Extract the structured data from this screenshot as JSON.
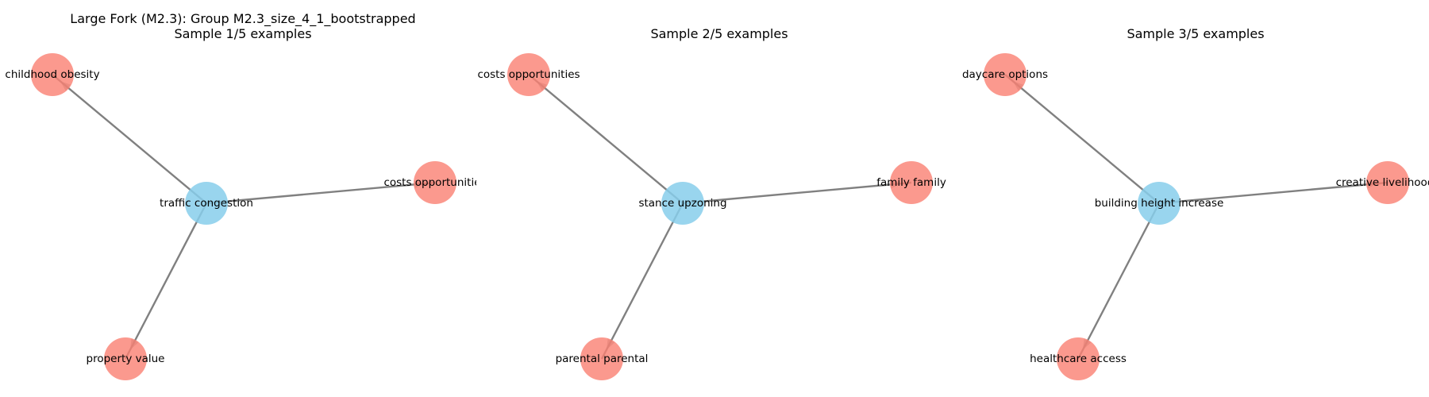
{
  "figure": {
    "suptitle": "Large Fork (M2.3): Group M2.3_size_4_1_bootstrapped"
  },
  "colors": {
    "center_node": "#87ceeb",
    "leaf_node": "#fa8072",
    "edge": "#808080",
    "text": "#000000"
  },
  "panels": [
    {
      "title": "Sample 1/5 examples",
      "center": "traffic congestion",
      "leaves": [
        "childhood obesity",
        "costs opportunities",
        "property value"
      ]
    },
    {
      "title": "Sample 2/5 examples",
      "center": "stance upzoning",
      "leaves": [
        "costs opportunities",
        "family family",
        "parental parental"
      ]
    },
    {
      "title": "Sample 3/5 examples",
      "center": "building height increase",
      "leaves": [
        "daycare options",
        "creative livelihoods",
        "healthcare access"
      ]
    }
  ]
}
